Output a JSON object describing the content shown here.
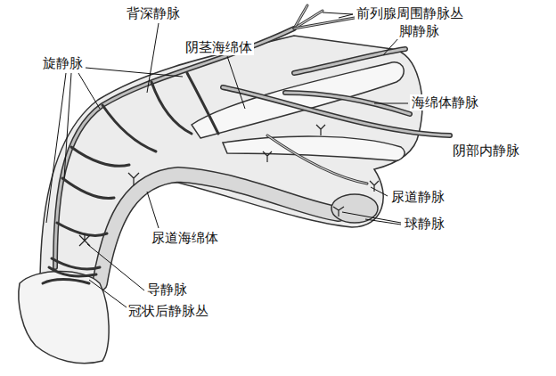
{
  "diagram": {
    "labels": [
      "背深静脉",
      "前列腺周围静脉丛",
      "旋静脉",
      "脚静脉",
      "阴茎海绵体",
      "海绵体静脉",
      "阴部内静脉",
      "尿道静脉",
      "球静脉",
      "尿道海绵体",
      "导静脉",
      "冠状后静脉丛"
    ]
  }
}
